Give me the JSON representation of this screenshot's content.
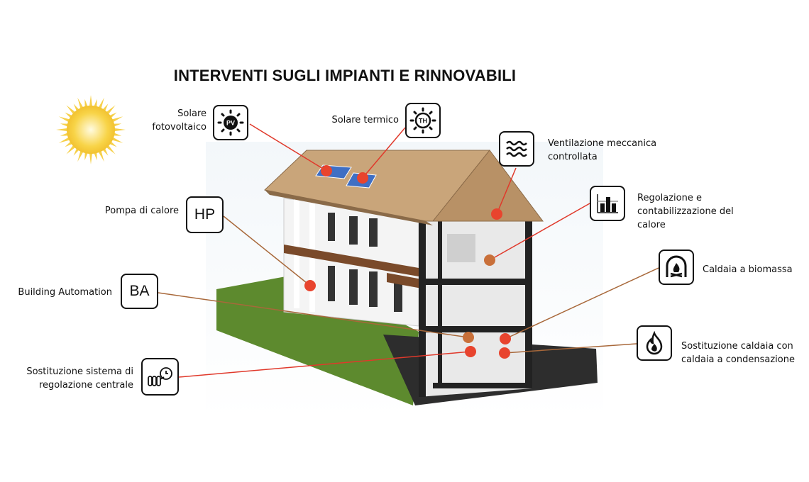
{
  "title": "INTERVENTI SUGLI IMPIANTI E RINNOVABILI",
  "colors": {
    "line_red": "#e0392b",
    "line_brown": "#a8683a",
    "dot": "#e8442e",
    "ground": "#5d8a2e",
    "roof": "#c9a57a"
  },
  "items": {
    "pv": {
      "label_1": "Solare",
      "label_2": "fotovoltaico",
      "icon": "sun-pv-icon",
      "abbr": "PV"
    },
    "th": {
      "label": "Solare termico",
      "icon": "sun-th-icon",
      "abbr": "TH"
    },
    "vmc": {
      "label_1": "Ventilazione meccanica",
      "label_2": "controllata",
      "icon": "waves-icon"
    },
    "reg": {
      "label_1": "Regolazione e",
      "label_2": "contabilizzazione del",
      "label_3": "calore",
      "icon": "bar-meter-icon"
    },
    "bio": {
      "label": "Caldaia a biomassa",
      "icon": "fireplace-icon"
    },
    "cond": {
      "label_1": "Sostituzione caldaia con",
      "label_2": "caldaia a condensazione",
      "icon": "flame-icon"
    },
    "hp": {
      "label": "Pompa di calore",
      "abbr": "HP"
    },
    "ba": {
      "label": "Building Automation",
      "abbr": "BA"
    },
    "central": {
      "label_1": "Sostituzione sistema di",
      "label_2": "regolazione centrale",
      "icon": "radiator-thermostat-icon"
    }
  }
}
